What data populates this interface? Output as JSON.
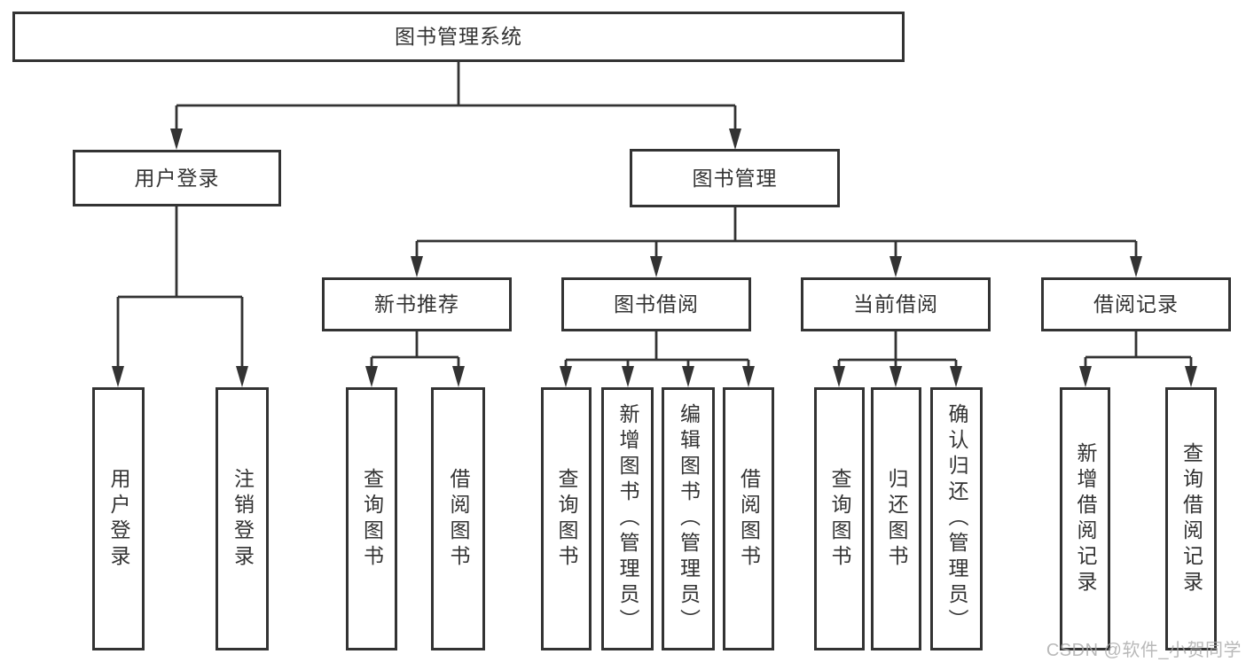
{
  "diagram": {
    "root": {
      "label": "图书管理系统"
    },
    "level2": {
      "user_login": {
        "label": "用户登录"
      },
      "book_management": {
        "label": "图书管理"
      }
    },
    "level3": {
      "new_book_recommend": {
        "label": "新书推荐"
      },
      "book_borrowing": {
        "label": "图书借阅"
      },
      "current_borrowing": {
        "label": "当前借阅"
      },
      "borrowing_records": {
        "label": "借阅记录"
      }
    },
    "leaves": {
      "user_login": {
        "label": "用户登录"
      },
      "logout": {
        "label": "注销登录"
      },
      "recommend_query_books": {
        "label": "查询图书"
      },
      "recommend_borrow_books": {
        "label": "借阅图书"
      },
      "borrowing_query_books": {
        "label": "查询图书"
      },
      "borrowing_add_books": {
        "label": "新增图书（管理员）"
      },
      "borrowing_edit_books": {
        "label": "编辑图书（管理员）"
      },
      "borrowing_borrow_books": {
        "label": "借阅图书"
      },
      "current_query_books": {
        "label": "查询图书"
      },
      "current_return_books": {
        "label": "归还图书"
      },
      "current_confirm_return": {
        "label": "确认归还（管理员）"
      },
      "records_add_record": {
        "label": "新增借阅记录"
      },
      "records_query_record": {
        "label": "查询借阅记录"
      }
    },
    "watermark": {
      "text": "CSDN @软件_小贺同学"
    },
    "colors": {
      "line": "#333333",
      "text": "#333333",
      "watermark": "#a8a8a8",
      "background": "#ffffff"
    }
  }
}
